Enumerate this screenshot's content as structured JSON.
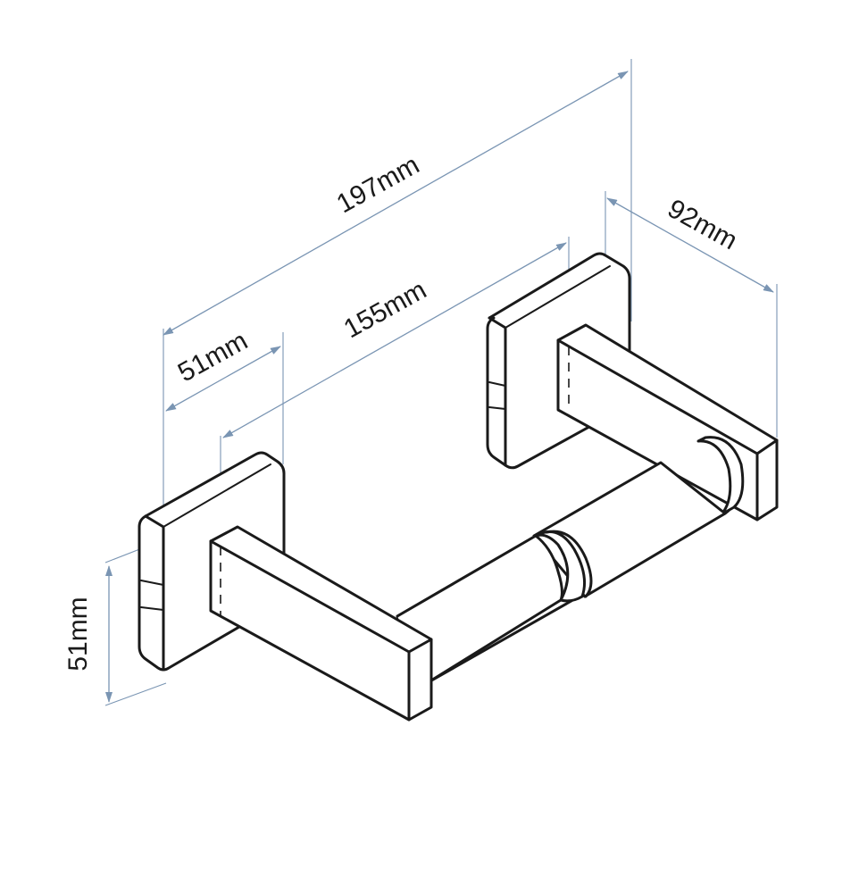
{
  "drawing": {
    "dimension_color": "#7a95b3",
    "outline_color": "#1a1a1a",
    "background": "#ffffff"
  },
  "dimensions": {
    "overall_length": "197mm",
    "depth": "92mm",
    "inner_length": "155mm",
    "plate_width": "51mm",
    "plate_height": "51mm"
  }
}
